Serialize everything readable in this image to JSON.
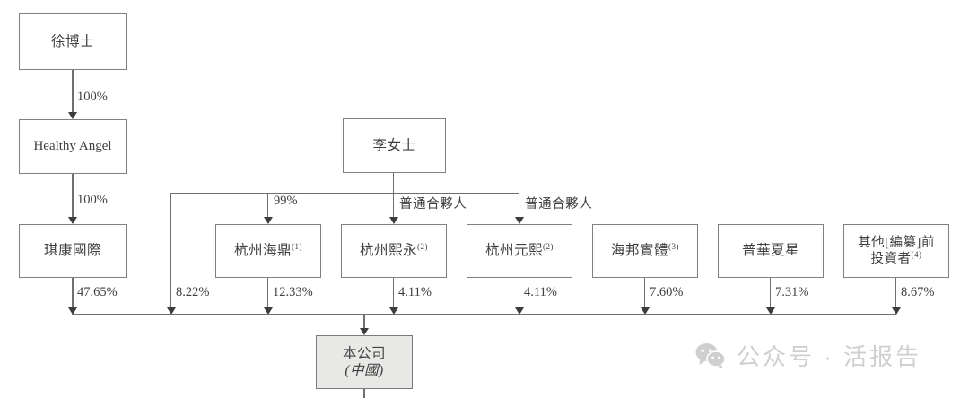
{
  "diagram": {
    "title": "shareholding-structure-chart",
    "nodes": {
      "dr_xu": {
        "line1": "徐博士"
      },
      "healthy_angel": {
        "line1": "Healthy Angel"
      },
      "ms_li": {
        "line1": "李女士"
      },
      "qikang": {
        "line1": "琪康國際"
      },
      "hangzhou_haiding": {
        "line1": "杭州海鼎",
        "sup": "(1)"
      },
      "hangzhou_xiyong": {
        "line1": "杭州熙永",
        "sup": "(2)"
      },
      "hangzhou_yuanxi": {
        "line1": "杭州元熙",
        "sup": "(2)"
      },
      "haibang": {
        "line1": "海邦實體",
        "sup": "(3)"
      },
      "puhua_xiaxing": {
        "line1": "普華夏星"
      },
      "other_investors": {
        "line1": "其他[編纂]前",
        "line2": "投資者",
        "sup": "(4)"
      },
      "company": {
        "line1": "本公司",
        "line2": "(中國)"
      }
    },
    "edges": {
      "xu_to_healthy": "100%",
      "healthy_to_qikang": "100%",
      "li_to_xiyong": "普通合夥人",
      "li_to_yuanxi": "普通合夥人",
      "li_to_haiding": "99%",
      "qikang_pct": "47.65%",
      "li_direct_pct": "8.22%",
      "haiding_pct": "12.33%",
      "xiyong_pct": "4.11%",
      "yuanxi_pct": "4.11%",
      "haibang_pct": "7.60%",
      "puhua_pct": "7.31%",
      "other_pct": "8.67%"
    },
    "colors": {
      "box_border": "#808080",
      "line": "#6f6f6f",
      "arrow": "#3c3c3c",
      "shaded_fill": "#e8e8e6",
      "text": "#3f3f3f",
      "watermark": "#cfcfcf"
    }
  },
  "watermark": {
    "icon": "wechat-icon",
    "text": "公众号 · 活报告"
  }
}
